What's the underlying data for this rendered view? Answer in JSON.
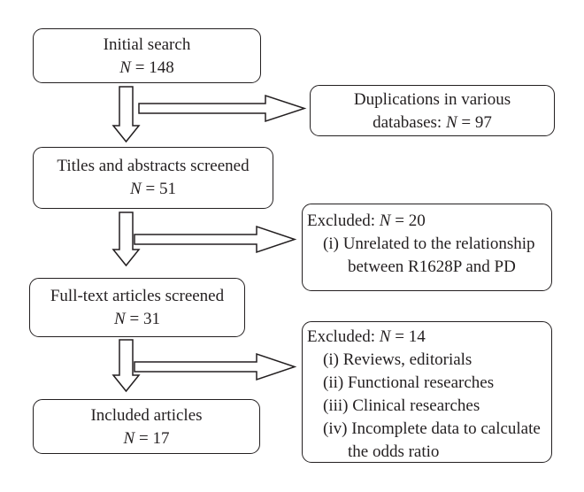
{
  "boxes": {
    "initial": {
      "label": "Initial search",
      "count": "148"
    },
    "duplications": {
      "label_line1": "Duplications in various",
      "label_line2_prefix": "databases: ",
      "count": "97"
    },
    "titles": {
      "label": "Titles and abstracts screened",
      "count": "51"
    },
    "excluded1": {
      "heading_prefix": "Excluded: ",
      "count": "20",
      "items": [
        {
          "marker": "(i)",
          "text": "Unrelated to the relationship",
          "continuation": "between R1628P and PD"
        }
      ]
    },
    "fulltext": {
      "label": "Full-text articles screened",
      "count": "31"
    },
    "excluded2": {
      "heading_prefix": "Excluded: ",
      "count": "14",
      "items": [
        {
          "marker": "(i)",
          "text": "Reviews, editorials"
        },
        {
          "marker": "(ii)",
          "text": "Functional researches"
        },
        {
          "marker": "(iii)",
          "text": "Clinical researches"
        },
        {
          "marker": "(iv)",
          "text": "Incomplete data to calculate",
          "continuation": "the odds ratio"
        }
      ]
    },
    "included": {
      "label": "Included articles",
      "count": "17"
    }
  },
  "symbols": {
    "n": "N",
    "equals": " = "
  }
}
